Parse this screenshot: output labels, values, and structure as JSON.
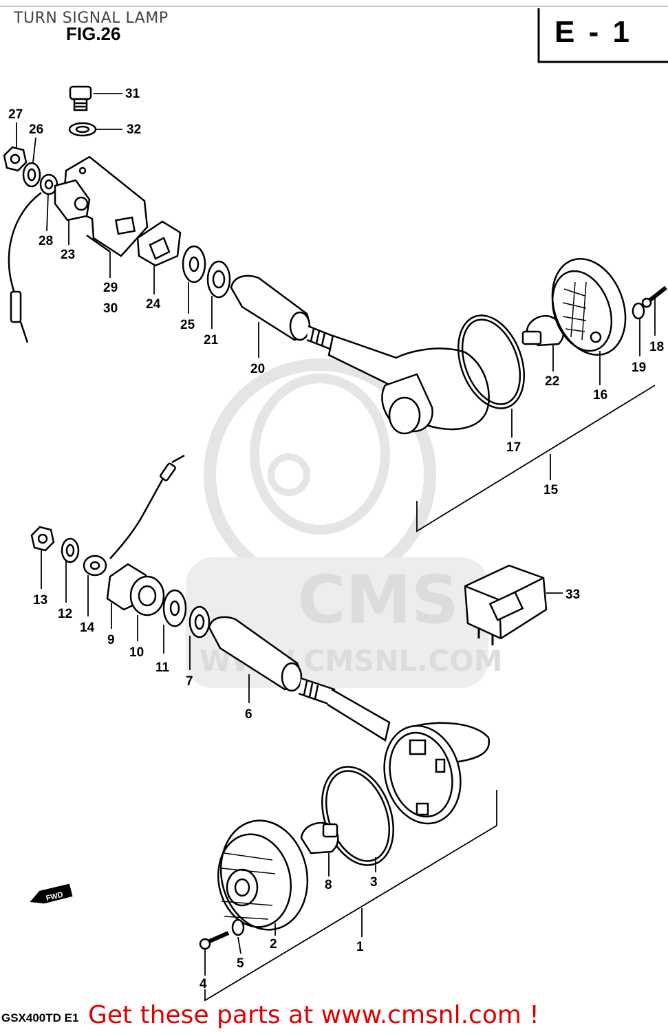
{
  "header": {
    "title": "TURN SIGNAL LAMP",
    "figure": "FIG.26",
    "section": "E - 1"
  },
  "footer": {
    "model": "GSX400TD E1",
    "promo": "Get these parts at www.cmsnl.com !"
  },
  "watermark": {
    "brand": "CMS",
    "url": "WWW.CMSNL.COM"
  },
  "direction_label": "FWD",
  "part_numbers": [
    "1",
    "2",
    "3",
    "4",
    "5",
    "6",
    "7",
    "8",
    "9",
    "10",
    "11",
    "12",
    "13",
    "14",
    "15",
    "16",
    "17",
    "18",
    "19",
    "20",
    "21",
    "22",
    "23",
    "24",
    "25",
    "26",
    "27",
    "28",
    "29",
    "30",
    "31",
    "32",
    "33"
  ]
}
